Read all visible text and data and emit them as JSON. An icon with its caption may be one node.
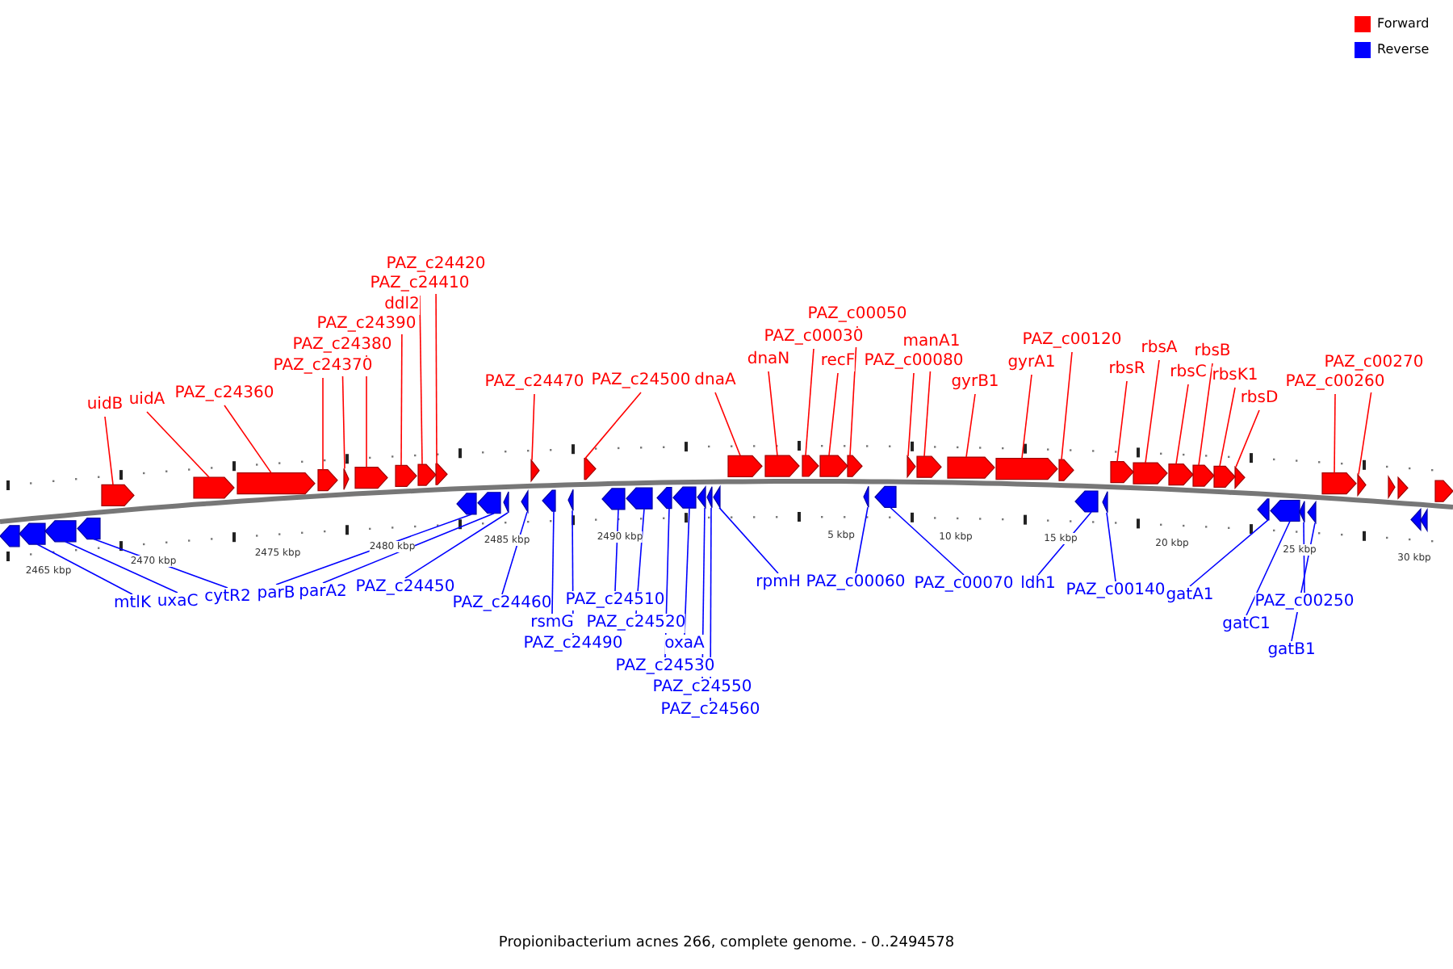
{
  "diagram": {
    "caption": "Propionibacterium acnes 266, complete genome. - 0..2494578",
    "nodes": [
      {
        "text": [
          "uidB"
        ]
      },
      {
        "text": [
          "uidA"
        ]
      },
      {
        "text": [
          "PAZ_c24360"
        ]
      },
      {
        "text": [
          "PAZ_c24370"
        ]
      },
      {
        "text": [
          "PAZ_c24380"
        ]
      },
      {
        "text": [
          "PAZ_c24390"
        ]
      },
      {
        "text": [
          "ddl2"
        ]
      },
      {
        "text": [
          "PAZ_c24410"
        ]
      },
      {
        "text": [
          "PAZ_c24420"
        ]
      },
      {
        "text": [
          "PAZ_c24470"
        ]
      },
      {
        "text": [
          "PAZ_c24500"
        ]
      },
      {
        "text": [
          "dnaA"
        ]
      },
      {
        "text": [
          "dnaN"
        ]
      },
      {
        "text": [
          "PAZ_c00030"
        ]
      },
      {
        "text": [
          "recF"
        ]
      },
      {
        "text": [
          "PAZ_c00050"
        ]
      },
      {
        "text": [
          "PAZ_c00080"
        ]
      },
      {
        "text": [
          "manA1"
        ]
      },
      {
        "text": [
          "gyrB1"
        ]
      },
      {
        "text": [
          "gyrA1"
        ]
      },
      {
        "text": [
          "PAZ_c00120"
        ]
      },
      {
        "text": [
          "rbsR"
        ]
      },
      {
        "text": [
          "rbsA"
        ]
      },
      {
        "text": [
          "rbsC"
        ]
      },
      {
        "text": [
          "rbsB"
        ]
      },
      {
        "text": [
          "rbsK1"
        ]
      },
      {
        "text": [
          "rbsD"
        ]
      },
      {
        "text": [
          "PAZ_c00260"
        ]
      },
      {
        "text": [
          "PAZ_c00270"
        ]
      },
      {
        "text": [
          "mtlK"
        ]
      },
      {
        "text": [
          "uxaC"
        ]
      },
      {
        "text": [
          "cytR2"
        ]
      },
      {
        "text": [
          "parB"
        ]
      },
      {
        "text": [
          "parA2"
        ]
      },
      {
        "text": [
          "PAZ_c24450"
        ]
      },
      {
        "text": [
          "PAZ_c24460"
        ]
      },
      {
        "text": [
          "rsmG"
        ]
      },
      {
        "text": [
          "PAZ_c24490"
        ]
      },
      {
        "text": [
          "PAZ_c24510"
        ]
      },
      {
        "text": [
          "PAZ_c24520"
        ]
      },
      {
        "text": [
          "oxaA"
        ]
      },
      {
        "text": [
          "PAZ_c24530"
        ]
      },
      {
        "text": [
          "PAZ_c24550"
        ]
      },
      {
        "text": [
          "PAZ_c24560"
        ]
      },
      {
        "text": [
          "rpmH"
        ]
      },
      {
        "text": [
          "PAZ_c00060"
        ]
      },
      {
        "text": [
          "PAZ_c00070"
        ]
      },
      {
        "text": [
          "ldh1"
        ]
      },
      {
        "text": [
          "PAZ_c00140"
        ]
      },
      {
        "text": [
          "gatA1"
        ]
      },
      {
        "text": [
          "gatC1"
        ]
      },
      {
        "text": [
          "PAZ_c00250"
        ]
      },
      {
        "text": [
          "gatB1"
        ]
      },
      {
        "text": [],
        "shape": "arrow"
      },
      {
        "text": [],
        "shape": "arrow"
      },
      {
        "text": [],
        "shape": "arrow"
      },
      {
        "text": [],
        "shape": "arrow"
      },
      {
        "text": [],
        "shape": "arrow"
      },
      {
        "text": [],
        "shape": "arrow"
      },
      {
        "text": [],
        "shape": "arrow"
      },
      {
        "text": [],
        "shape": "arrow"
      },
      {
        "text": [],
        "shape": "arrow"
      },
      {
        "text": [],
        "shape": "arrow"
      },
      {
        "text": [],
        "shape": "arrow"
      },
      {
        "text": [],
        "shape": "arrow"
      },
      {
        "text": [],
        "shape": "arrow"
      },
      {
        "text": [],
        "shape": "arrow"
      },
      {
        "text": [],
        "shape": "arrow"
      },
      {
        "text": [],
        "shape": "arrow"
      },
      {
        "text": [],
        "shape": "arrow"
      },
      {
        "text": [],
        "shape": "arrow"
      },
      {
        "text": [],
        "shape": "arrow"
      },
      {
        "text": [],
        "shape": "arrow"
      },
      {
        "text": [],
        "shape": "arrow"
      },
      {
        "text": [],
        "shape": "arrow"
      },
      {
        "text": [],
        "shape": "arrow"
      },
      {
        "text": [],
        "shape": "arrow"
      },
      {
        "text": [],
        "shape": "arrow"
      },
      {
        "text": [],
        "shape": "arrow"
      },
      {
        "text": [],
        "shape": "arrow"
      },
      {
        "text": [],
        "shape": "arrow"
      },
      {
        "text": [],
        "shape": "arrow"
      },
      {
        "text": [],
        "shape": "arrow"
      },
      {
        "text": [],
        "shape": "arrow"
      },
      {
        "text": [],
        "shape": "arrow"
      },
      {
        "text": [],
        "shape": "arrow"
      },
      {
        "text": [],
        "shape": "arrow"
      },
      {
        "text": [],
        "shape": "arrow"
      },
      {
        "text": [],
        "shape": "arrow"
      },
      {
        "text": [],
        "shape": "arrow"
      },
      {
        "text": [],
        "shape": "arrow"
      },
      {
        "text": [],
        "shape": "arrow"
      },
      {
        "text": [],
        "shape": "arrow"
      },
      {
        "text": [],
        "shape": "arrow"
      },
      {
        "text": [],
        "shape": "arrow"
      },
      {
        "text": [],
        "shape": "arrow"
      },
      {
        "text": [],
        "shape": "arrow"
      },
      {
        "text": [],
        "shape": "arrow"
      },
      {
        "text": [],
        "shape": "arrow"
      },
      {
        "text": [],
        "shape": "arrow"
      },
      {
        "text": [],
        "shape": "arrow"
      },
      {
        "text": [],
        "shape": "arrow"
      },
      {
        "text": [],
        "shape": "arrow"
      },
      {
        "text": [],
        "shape": "arrow"
      },
      {
        "text": [],
        "shape": "arrow"
      },
      {
        "text": [],
        "shape": "arrow"
      },
      {
        "text": [],
        "shape": "arrow"
      },
      {
        "text": [],
        "shape": "arrow"
      },
      {
        "text": [],
        "shape": "arrow"
      },
      {
        "text": [],
        "shape": "arrow"
      },
      {
        "text": [],
        "shape": "arrow"
      },
      {
        "text": [],
        "shape": "arrow"
      }
    ],
    "edges": [
      {
        "from": 0,
        "to": 53,
        "arrow": "none"
      },
      {
        "from": 1,
        "to": 54,
        "arrow": "none"
      },
      {
        "from": 2,
        "to": 55,
        "arrow": "none"
      },
      {
        "from": 3,
        "to": 56,
        "arrow": "none"
      },
      {
        "from": 4,
        "to": 57,
        "arrow": "none"
      },
      {
        "from": 5,
        "to": 58,
        "arrow": "none"
      },
      {
        "from": 6,
        "to": 59,
        "arrow": "none"
      },
      {
        "from": 7,
        "to": 60,
        "arrow": "none"
      },
      {
        "from": 8,
        "to": 61,
        "arrow": "none"
      },
      {
        "from": 9,
        "to": 62,
        "arrow": "none"
      },
      {
        "from": 10,
        "to": 63,
        "arrow": "none"
      },
      {
        "from": 11,
        "to": 64,
        "arrow": "none"
      },
      {
        "from": 12,
        "to": 65,
        "arrow": "none"
      },
      {
        "from": 13,
        "to": 66,
        "arrow": "none"
      },
      {
        "from": 14,
        "to": 67,
        "arrow": "none"
      },
      {
        "from": 15,
        "to": 68,
        "arrow": "none"
      },
      {
        "from": 16,
        "to": 69,
        "arrow": "none"
      },
      {
        "from": 17,
        "to": 70,
        "arrow": "none"
      },
      {
        "from": 18,
        "to": 71,
        "arrow": "none"
      },
      {
        "from": 19,
        "to": 72,
        "arrow": "none"
      },
      {
        "from": 20,
        "to": 73,
        "arrow": "none"
      },
      {
        "from": 21,
        "to": 74,
        "arrow": "none"
      },
      {
        "from": 22,
        "to": 75,
        "arrow": "none"
      },
      {
        "from": 23,
        "to": 76,
        "arrow": "none"
      },
      {
        "from": 24,
        "to": 77,
        "arrow": "none"
      },
      {
        "from": 25,
        "to": 78,
        "arrow": "none"
      },
      {
        "from": 26,
        "to": 79,
        "arrow": "none"
      },
      {
        "from": 27,
        "to": 80,
        "arrow": "none"
      },
      {
        "from": 28,
        "to": 81,
        "arrow": "none"
      },
      {
        "from": 29,
        "to": 82,
        "arrow": "none",
        "color": "#0000ff"
      },
      {
        "from": 30,
        "to": 83,
        "arrow": "none",
        "color": "#0000ff"
      },
      {
        "from": 31,
        "to": 84,
        "arrow": "none",
        "color": "#0000ff"
      },
      {
        "from": 32,
        "to": 85,
        "arrow": "none",
        "color": "#0000ff"
      },
      {
        "from": 33,
        "to": 86,
        "arrow": "none",
        "color": "#0000ff"
      },
      {
        "from": 34,
        "to": 87,
        "arrow": "none",
        "color": "#0000ff"
      },
      {
        "from": 35,
        "to": 88,
        "arrow": "none",
        "color": "#0000ff"
      },
      {
        "from": 36,
        "to": 89,
        "arrow": "none",
        "color": "#0000ff"
      },
      {
        "from": 37,
        "to": 90,
        "arrow": "none",
        "color": "#0000ff"
      },
      {
        "from": 38,
        "to": 91,
        "arrow": "none",
        "color": "#0000ff"
      },
      {
        "from": 39,
        "to": 92,
        "arrow": "none",
        "color": "#0000ff"
      },
      {
        "from": 40,
        "to": 94,
        "arrow": "none",
        "color": "#0000ff"
      },
      {
        "from": 41,
        "to": 93,
        "arrow": "none",
        "color": "#0000ff"
      },
      {
        "from": 42,
        "to": 95,
        "arrow": "none",
        "color": "#0000ff"
      },
      {
        "from": 43,
        "to": 96,
        "arrow": "none",
        "color": "#0000ff"
      },
      {
        "from": 44,
        "to": 97,
        "arrow": "none",
        "color": "#0000ff"
      },
      {
        "from": 45,
        "to": 98,
        "arrow": "none",
        "color": "#0000ff"
      },
      {
        "from": 46,
        "to": 99,
        "arrow": "none",
        "color": "#0000ff"
      },
      {
        "from": 47,
        "to": 100,
        "arrow": "none",
        "color": "#0000ff"
      },
      {
        "from": 48,
        "to": 101,
        "arrow": "none",
        "color": "#0000ff"
      },
      {
        "from": 49,
        "to": 102,
        "arrow": "none",
        "color": "#0000ff"
      },
      {
        "from": 50,
        "to": 103,
        "arrow": "none",
        "color": "#0000ff"
      },
      {
        "from": 51,
        "to": 104,
        "arrow": "none",
        "color": "#0000ff"
      },
      {
        "from": 52,
        "to": 105,
        "arrow": "none",
        "color": "#0000ff"
      }
    ],
    "labels": [
      "2465 kbp",
      "2470 kbp",
      "2475 kbp",
      "2480 kbp",
      "2485 kbp",
      "2490 kbp",
      "5 kbp",
      "10 kbp",
      "15 kbp",
      "20 kbp",
      "25 kbp",
      "30 kbp"
    ],
    "legend": [
      {
        "text": "Forward",
        "color": "#ff0000"
      },
      {
        "text": "Reverse",
        "color": "#0000ff"
      }
    ]
  }
}
